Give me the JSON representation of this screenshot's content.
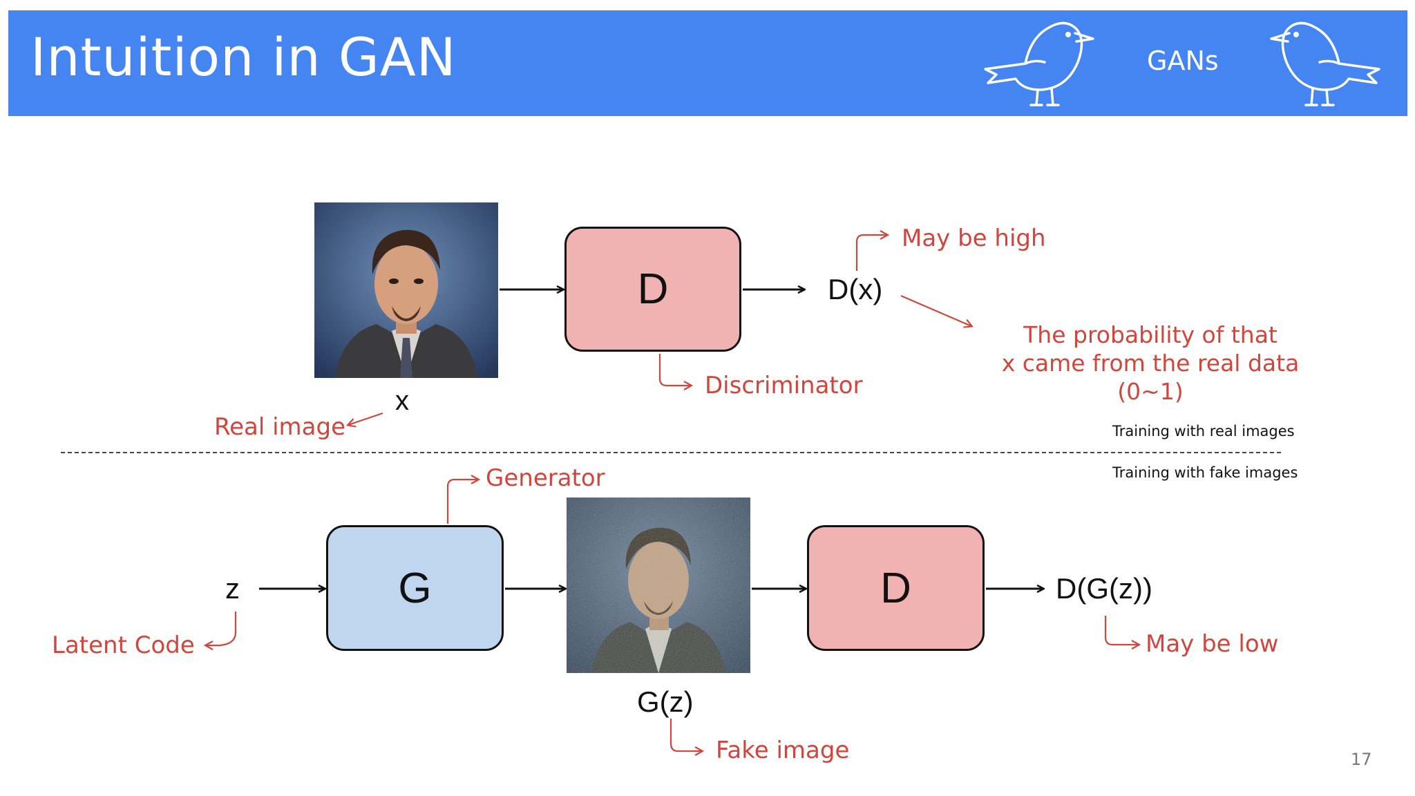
{
  "header": {
    "title": "Intuition in GAN",
    "tag": "GANs",
    "background_color": "#4485f1"
  },
  "icons": {
    "left_bird": "bird-icon",
    "right_bird": "bird-icon",
    "real_photo": "portrait-photo",
    "fake_photo": "noisy-portrait-photo"
  },
  "diagram": {
    "top": {
      "input_label": "x",
      "input_caption": "Real image",
      "box_label": "D",
      "box_caption": "Discriminator",
      "output_label": "D(x)",
      "output_note": "May be high",
      "probability_lines": [
        "The probability of that",
        "x came from the real data",
        "(0~1)"
      ],
      "section_label": "Training with real images"
    },
    "bottom": {
      "section_label": "Training with fake images",
      "latent_label": "z",
      "latent_caption": "Latent Code",
      "generator_label": "G",
      "generator_caption": "Generator",
      "fake_label": "G(z)",
      "fake_caption": "Fake image",
      "box_label": "D",
      "output_label": "D(G(z))",
      "output_note": "May be low"
    }
  },
  "colors": {
    "discriminator_fill": "#f1b3b1",
    "generator_fill": "#bfd6ee",
    "annotation": "#d0453c"
  },
  "page_number": "17"
}
